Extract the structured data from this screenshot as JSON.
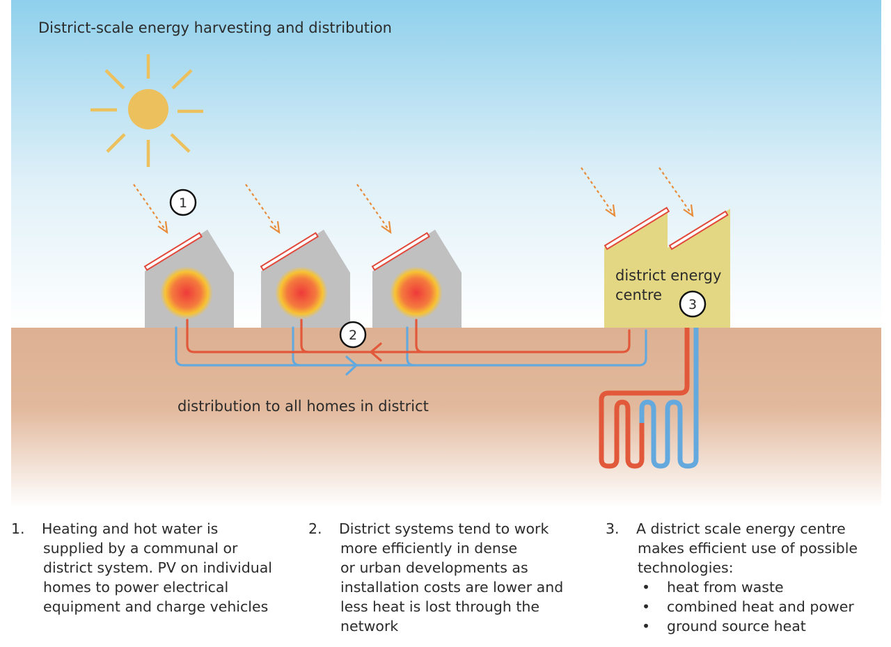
{
  "title": "District-scale energy harvesting and distribution",
  "energy_centre_label": [
    "district energy",
    "centre"
  ],
  "distribution_label": "distribution to all homes in district",
  "markers": [
    "1",
    "2",
    "3"
  ],
  "colors": {
    "sky_top": "#8fd0ec",
    "ground": "#ddb092",
    "sun": "#ecc05c",
    "house": "#c0c0c1",
    "energy_centre": "#e3d784",
    "hot_pipe": "#e2583a",
    "cold_pipe": "#63a9dd",
    "solar_panel": "#e2483a",
    "sun_ray_arrow": "#e88c3a"
  },
  "notes": [
    {
      "number": "1.",
      "lines": [
        "Heating and hot water is",
        "supplied by a communal or",
        "district system.  PV on individual",
        "homes to power electrical",
        "equipment and charge vehicles"
      ]
    },
    {
      "number": "2.",
      "lines": [
        "District systems tend to work",
        "more efficiently in dense",
        "or urban developments as",
        "installation costs are lower and",
        "less heat is lost through the",
        "network"
      ]
    },
    {
      "number": "3.",
      "lines": [
        "A district scale energy centre",
        "makes efficient use of possible",
        "technologies:"
      ],
      "bullet_char": "•",
      "bullets": [
        "heat from waste",
        "combined heat and power",
        "ground source heat"
      ]
    }
  ]
}
